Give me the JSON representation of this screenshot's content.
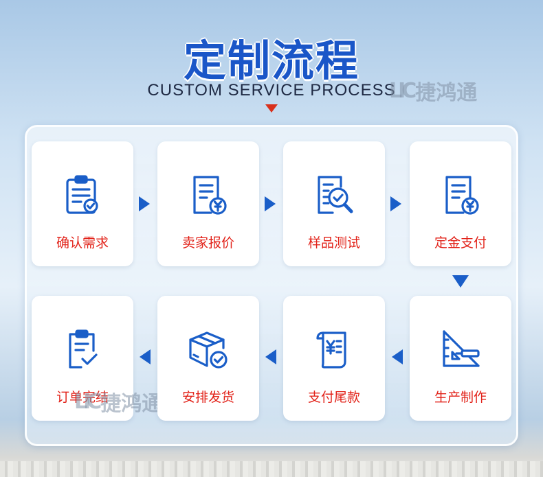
{
  "header": {
    "title": "定制流程",
    "subtitle": "CUSTOM SERVICE PROCESS"
  },
  "watermark": {
    "brand": "捷鸿通",
    "logo": "LIC"
  },
  "colors": {
    "primary_blue": "#1a5ec8",
    "label_red": "#e2231a",
    "triangle_red": "#d9301c"
  },
  "steps": [
    {
      "label": "确认需求",
      "icon": "clipboard-check-icon"
    },
    {
      "label": "卖家报价",
      "icon": "document-yen-icon"
    },
    {
      "label": "样品测试",
      "icon": "document-magnifier-check-icon"
    },
    {
      "label": "定金支付",
      "icon": "document-yen-icon"
    },
    {
      "label": "生产制作",
      "icon": "drafting-ruler-pen-icon"
    },
    {
      "label": "支付尾款",
      "icon": "scroll-yen-icon"
    },
    {
      "label": "安排发货",
      "icon": "box-check-icon"
    },
    {
      "label": "订单完结",
      "icon": "clipboard-done-icon"
    }
  ]
}
